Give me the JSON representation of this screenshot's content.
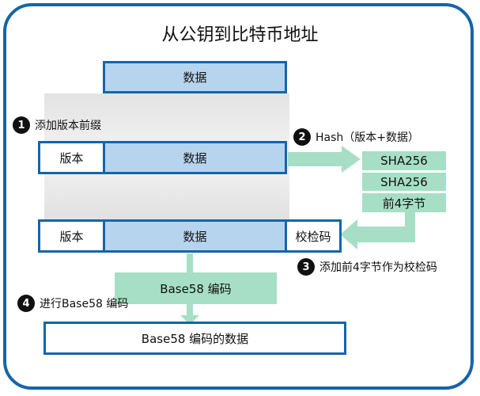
{
  "title": "从公钥到比特币地址",
  "top_box": {
    "label": "数据"
  },
  "steps": [
    {
      "num": "1",
      "text": "添加版本前缀"
    },
    {
      "num": "2",
      "text": "Hash（版本+数据）"
    },
    {
      "num": "3",
      "text": "添加前4字节作为校检码"
    },
    {
      "num": "4",
      "text": "进行Base58 编码"
    }
  ],
  "row2": {
    "version": "版本",
    "data": "数据"
  },
  "hash_stack": [
    "SHA256",
    "SHA256",
    "前4字节"
  ],
  "row3": {
    "version": "版本",
    "data": "数据",
    "checksum": "校检码"
  },
  "base58_step": "Base58 编码",
  "result": "Base58 编码的数据",
  "colors": {
    "border_blue": "#1565a8",
    "data_fill": "#b7d4ef",
    "green": "#a6dfc5",
    "step_circle": "#111111"
  }
}
